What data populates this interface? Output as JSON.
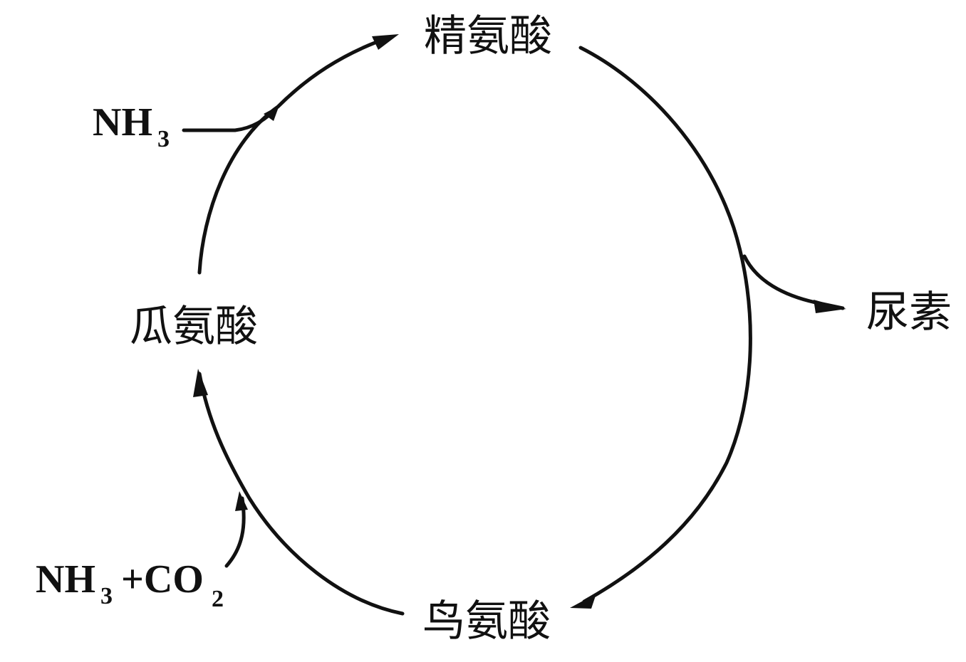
{
  "nodes": {
    "arginine": "精氨酸",
    "citrulline": "瓜氨酸",
    "ornithine": "鸟氨酸",
    "urea": "尿素"
  },
  "inputs": {
    "top_left": {
      "main": "NH",
      "sub": "3"
    },
    "bottom_left": {
      "main1": "NH",
      "sub1": "3",
      "plus": "+CO",
      "sub2": "2"
    }
  },
  "style": {
    "line_color": "#111111",
    "background": "#ffffff"
  }
}
